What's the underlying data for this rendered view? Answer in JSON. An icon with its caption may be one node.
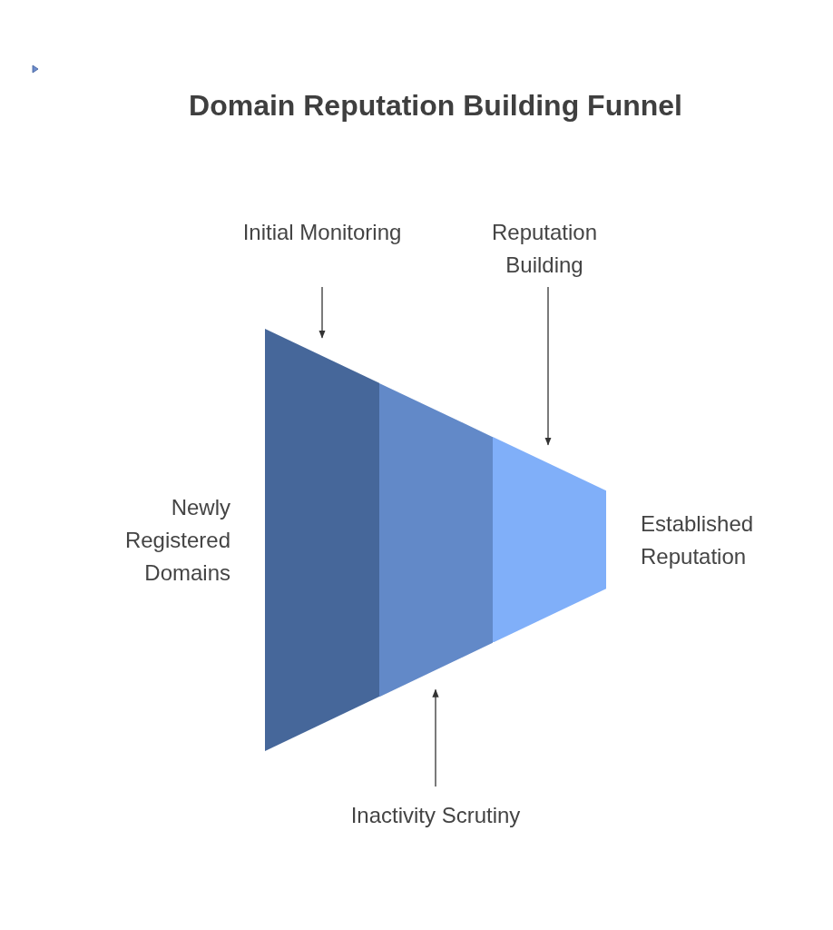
{
  "diagram": {
    "title": "Domain Reputation Building Funnel",
    "nodes": [
      {
        "text": [
          "Initial Monitoring"
        ]
      },
      {
        "text": [
          "Reputation Building"
        ]
      },
      {
        "text": [],
        "shape": "trapezoid"
      },
      {
        "text": [],
        "shape": "trapezoid"
      },
      {
        "text": [],
        "shape": "trapezoid"
      },
      {
        "text": [
          "Newly Registered Domains"
        ]
      },
      {
        "text": [
          "Established Reputation"
        ]
      },
      {
        "text": [
          "Inactivity Scrutiny"
        ]
      }
    ],
    "edges": [
      {
        "from": 0,
        "to": 2,
        "arrow": "to"
      },
      {
        "from": 1,
        "to": 4,
        "arrow": "to"
      },
      {
        "from": 7,
        "to": 3,
        "arrow": "to"
      }
    ]
  }
}
